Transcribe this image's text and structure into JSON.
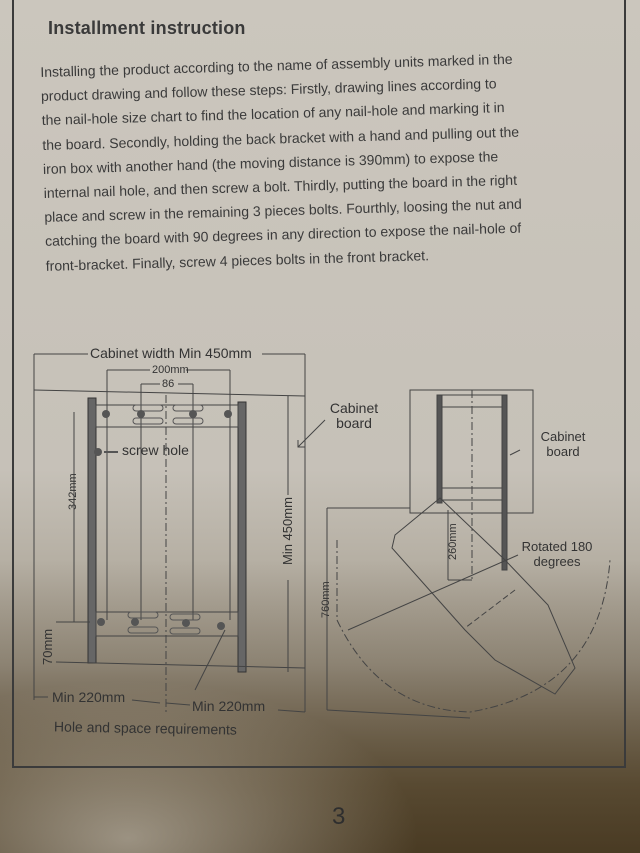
{
  "document": {
    "title": "Installment instruction",
    "paragraph_lines": [
      "Installing the product according to the name of assembly units marked in the",
      "product drawing and follow these steps: Firstly, drawing lines according to",
      "the nail-hole size chart to find the location of any nail-hole and marking it in",
      "the board. Secondly, holding the back bracket with a hand and pulling out the",
      "iron box with another hand (the moving distance is 390mm) to expose the",
      "internal nail hole, and then screw a bolt. Thirdly, putting the board in the right",
      "place and screw in the remaining 3 pieces bolts. Fourthly, loosing the nut and",
      "catching the board with 90 degrees in any direction to expose the nail-hole of",
      "front-bracket. Finally, screw 4 pieces bolts in the front bracket."
    ],
    "page_number": "3"
  },
  "left_diagram": {
    "cabinet_width": "Cabinet width Min 450mm",
    "dim_200": "200mm",
    "dim_86": "86",
    "screw_hole_legend": "screw hole",
    "dim_342": "342mm",
    "dim_70": "70mm",
    "min_450": "Min 450mm",
    "min_220_left": "Min 220mm",
    "min_220_right": "Min 220mm",
    "cabinet_board": "Cabinet board",
    "caption": "Hole and space requirements"
  },
  "right_diagram": {
    "cabinet_board": "Cabinet board",
    "dim_260": "260mm",
    "dim_760": "760mm",
    "rotation_note": "Rotated 180 degrees"
  },
  "colors": {
    "paper": "#c8c3ba",
    "ink": "#3a3a3a",
    "shadow": "#5a4c36"
  }
}
